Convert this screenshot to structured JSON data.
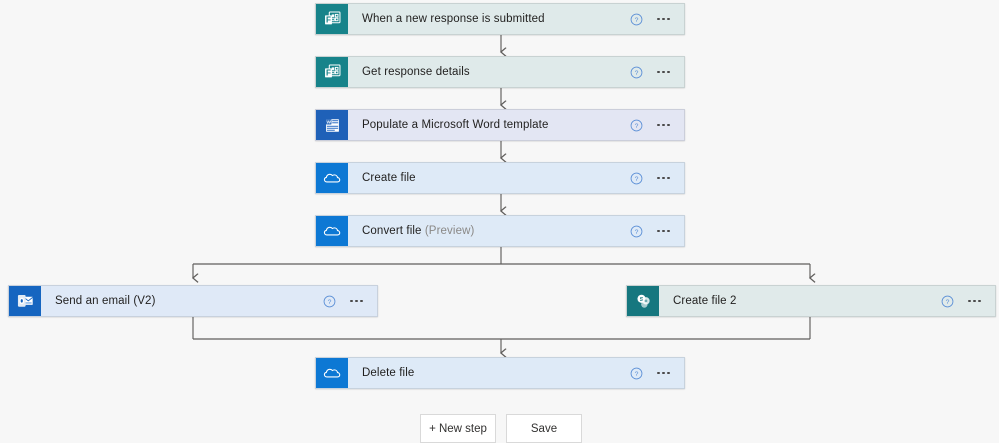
{
  "app": {
    "name": "Power Automate flow designer",
    "canvas_background": "#f7f7f7"
  },
  "colors": {
    "forms_card": "#dfeaea",
    "forms_icon": "#17838a",
    "word_card": "#e3e6f3",
    "word_icon": "#1f61b8",
    "onedrive_card": "#deeaf7",
    "onedrive_icon": "#0d78d4",
    "outlook_card": "#dfe9f7",
    "outlook_icon": "#1565c0",
    "sharepoint_card": "#e0eaea",
    "sharepoint_icon": "#16777f",
    "connector_line": "#605e5c",
    "help_icon": "#5b8fd6"
  },
  "flow": {
    "steps": [
      {
        "id": "trigger",
        "title": "When a new response is submitted",
        "suffix": "",
        "connector": "Microsoft Forms",
        "icon": "microsoft-forms-icon",
        "help_icon": "help-circle-icon",
        "menu_icon": "more-options-icon",
        "branch": "main"
      },
      {
        "id": "get-response-details",
        "title": "Get response details",
        "suffix": "",
        "connector": "Microsoft Forms",
        "icon": "microsoft-forms-icon",
        "help_icon": "help-circle-icon",
        "menu_icon": "more-options-icon",
        "branch": "main"
      },
      {
        "id": "populate-word-template",
        "title": "Populate a Microsoft Word template",
        "suffix": "",
        "connector": "Word Online (Business)",
        "icon": "microsoft-word-icon",
        "help_icon": "help-circle-icon",
        "menu_icon": "more-options-icon",
        "branch": "main"
      },
      {
        "id": "create-file",
        "title": "Create file",
        "suffix": "",
        "connector": "OneDrive for Business",
        "icon": "onedrive-icon",
        "help_icon": "help-circle-icon",
        "menu_icon": "more-options-icon",
        "branch": "main"
      },
      {
        "id": "convert-file",
        "title": "Convert file",
        "suffix": "(Preview)",
        "connector": "OneDrive for Business",
        "icon": "onedrive-icon",
        "help_icon": "help-circle-icon",
        "menu_icon": "more-options-icon",
        "branch": "main"
      },
      {
        "id": "send-an-email-v2",
        "title": "Send an email (V2)",
        "suffix": "",
        "connector": "Office 365 Outlook",
        "icon": "outlook-icon",
        "help_icon": "help-circle-icon",
        "menu_icon": "more-options-icon",
        "branch": "left"
      },
      {
        "id": "create-file-2",
        "title": "Create file 2",
        "suffix": "",
        "connector": "SharePoint",
        "icon": "sharepoint-icon",
        "help_icon": "help-circle-icon",
        "menu_icon": "more-options-icon",
        "branch": "right"
      },
      {
        "id": "delete-file",
        "title": "Delete file",
        "suffix": "",
        "connector": "OneDrive for Business",
        "icon": "onedrive-icon",
        "help_icon": "help-circle-icon",
        "menu_icon": "more-options-icon",
        "branch": "main"
      }
    ]
  },
  "footer": {
    "new_step_label": "+ New step",
    "save_label": "Save"
  }
}
